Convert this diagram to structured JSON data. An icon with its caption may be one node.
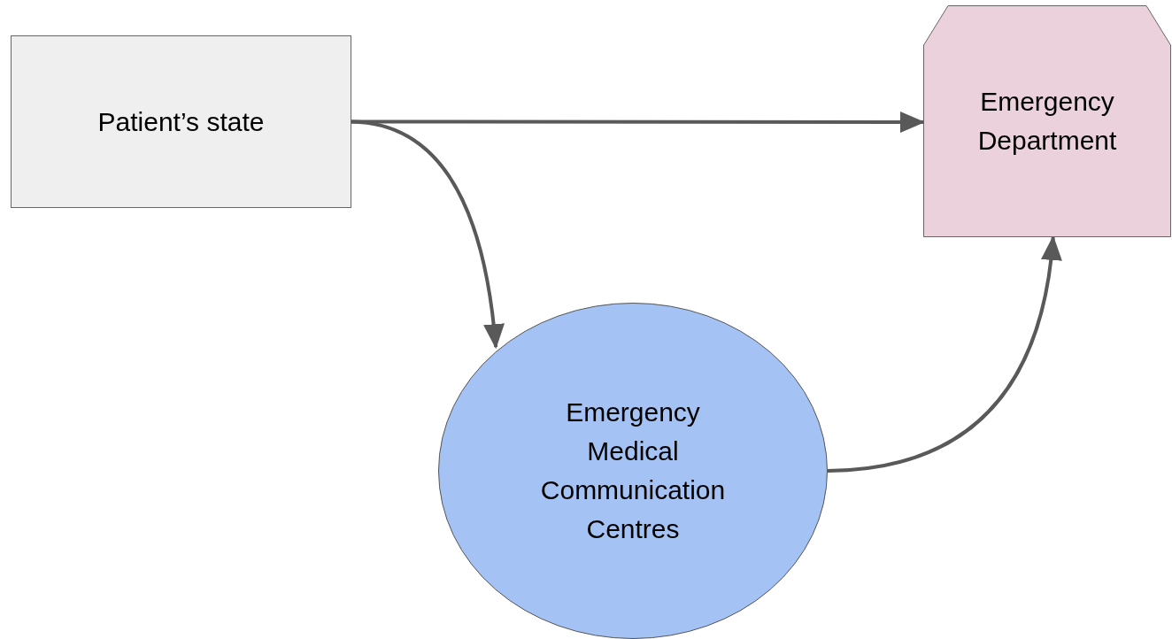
{
  "diagram": {
    "nodes": [
      {
        "text": [
          "Patient’s state"
        ]
      },
      {
        "text": [
          "Emergency Department"
        ]
      },
      {
        "text": [
          "Emergency Medical Communication Centres"
        ]
      }
    ],
    "edges": [
      {
        "from": 0,
        "to": 1,
        "arrow": "to"
      },
      {
        "from": 0,
        "to": 2,
        "arrow": "to"
      },
      {
        "from": 2,
        "to": 1,
        "arrow": "to"
      }
    ]
  }
}
